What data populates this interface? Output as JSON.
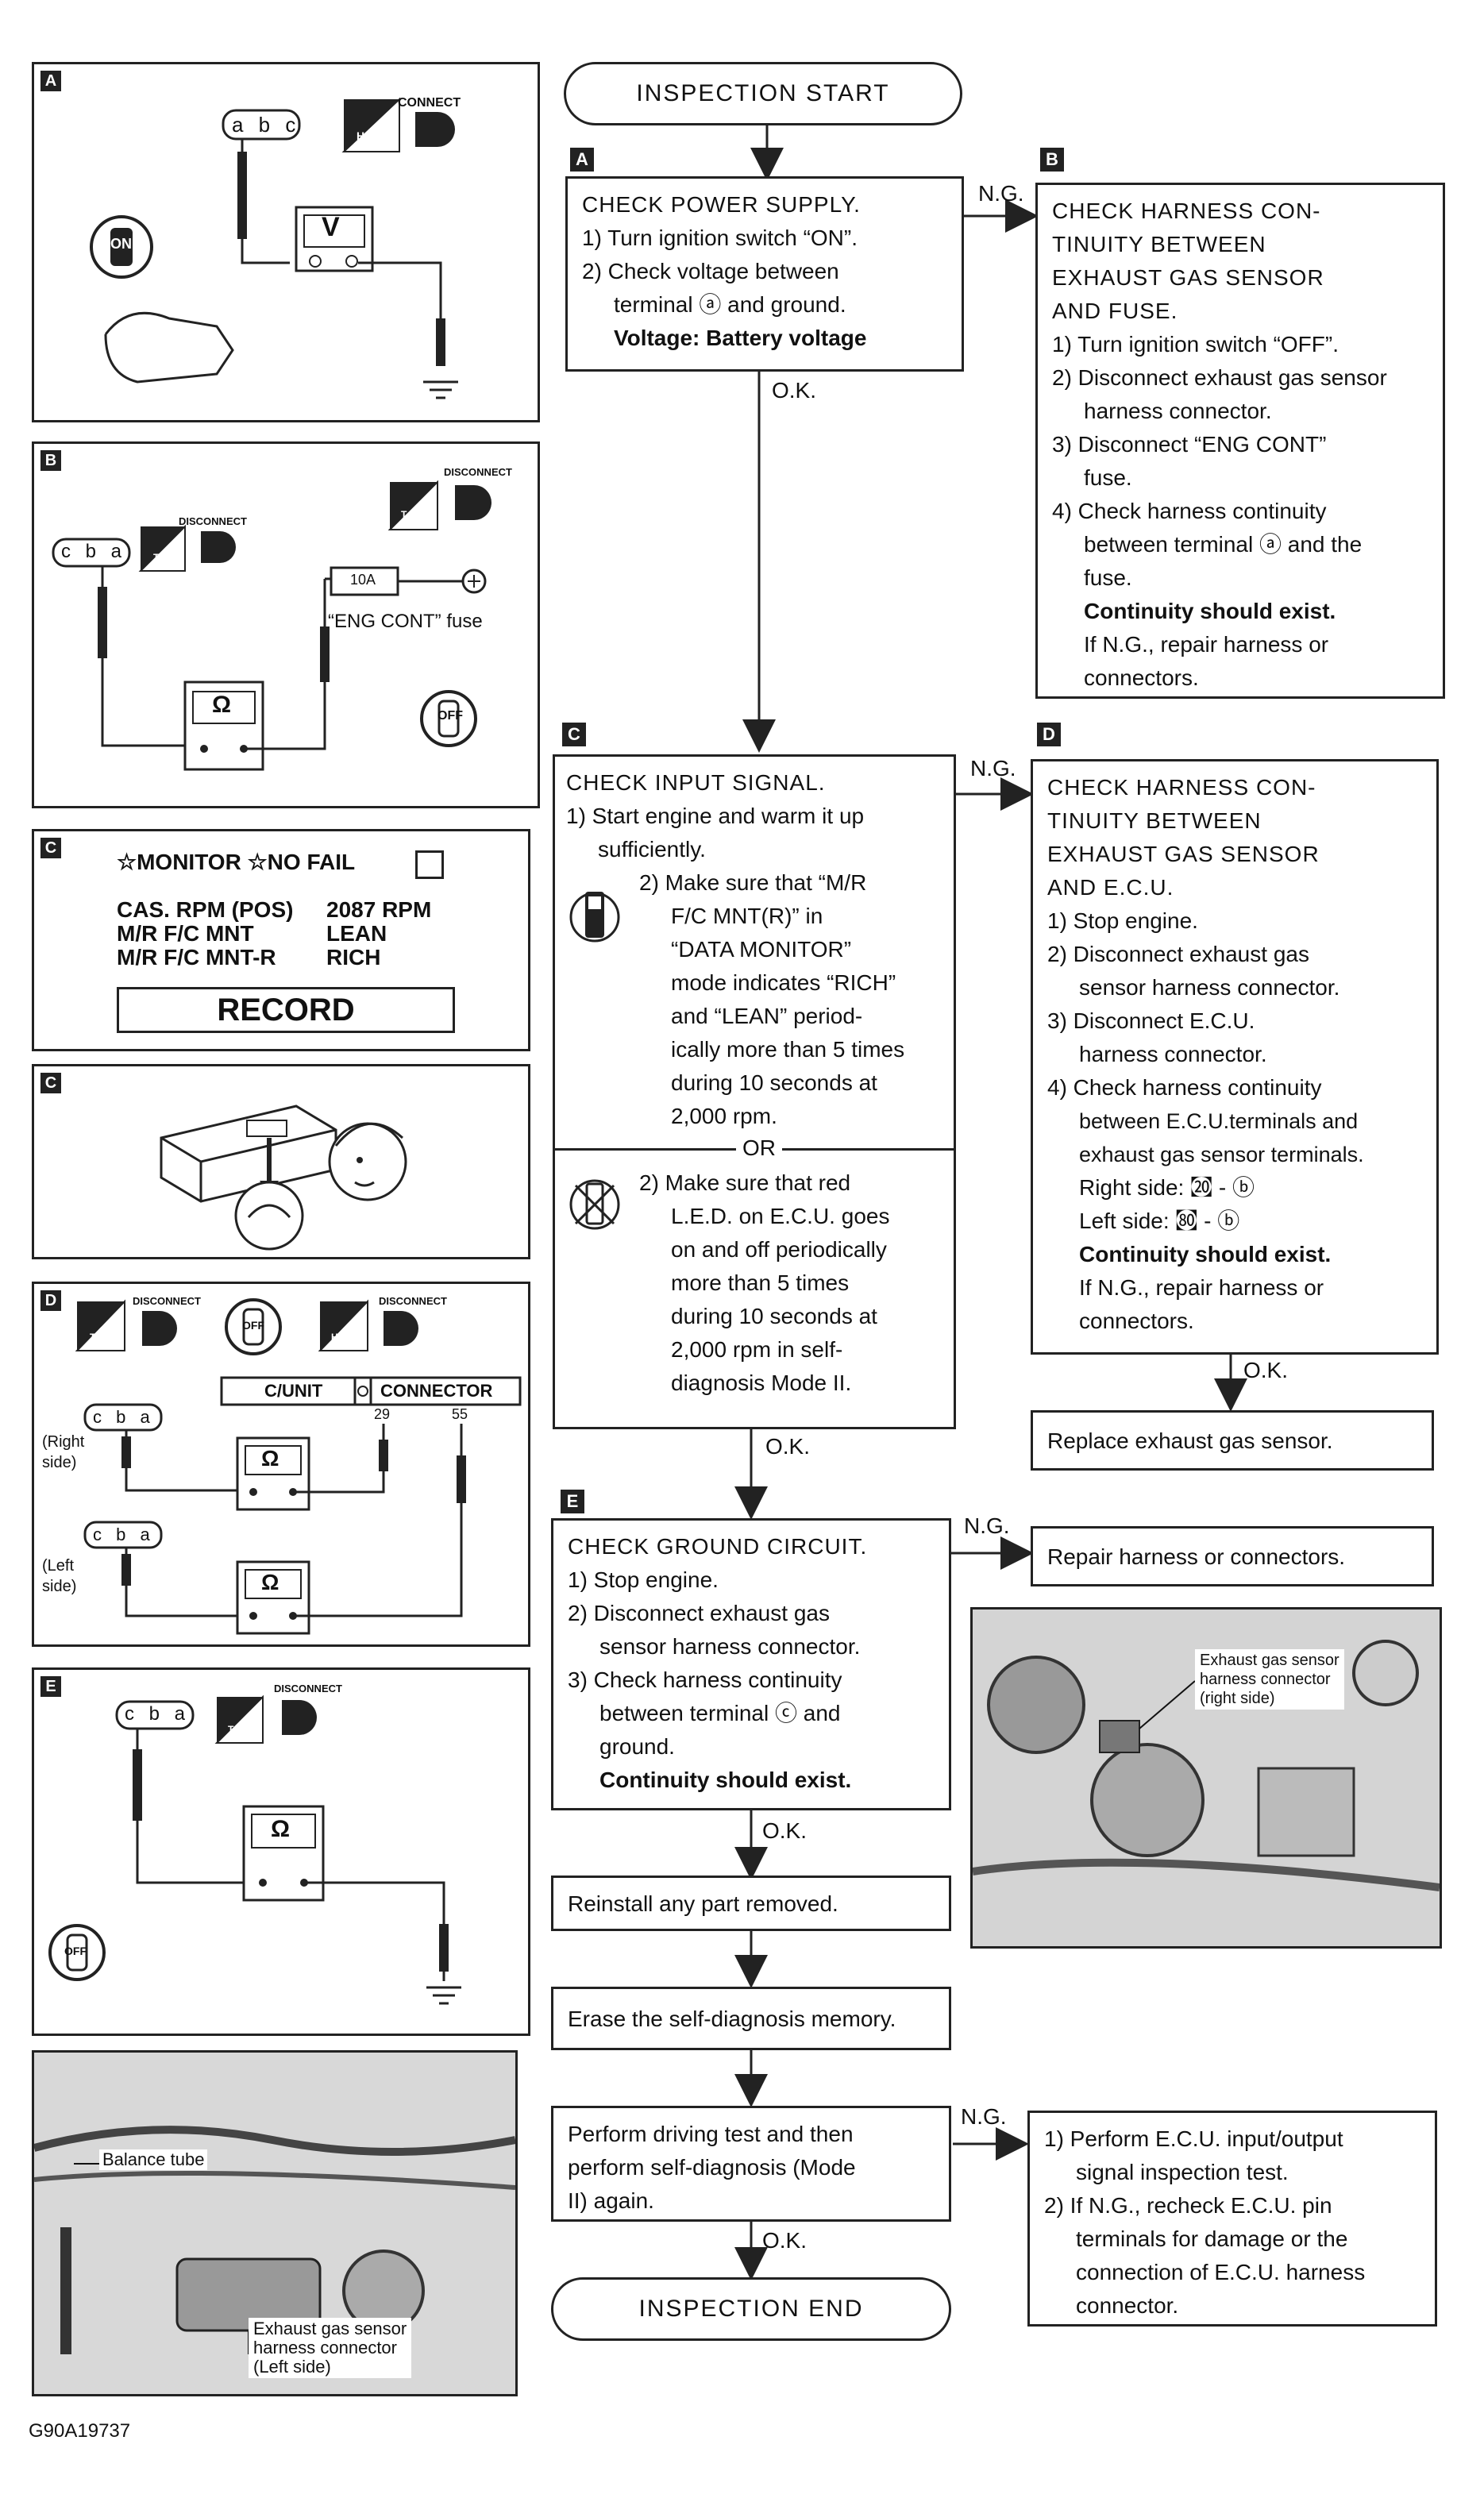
{
  "flow": {
    "start": "INSPECTION START",
    "end": "INSPECTION END",
    "ok": "O.K.",
    "ng": "N.G.",
    "or": "OR",
    "step_a": {
      "tag": "A",
      "title": "CHECK POWER SUPPLY.",
      "items": [
        "1) Turn ignition switch “ON”.",
        "2) Check voltage between",
        "terminal ⓐ and ground."
      ],
      "spec": "Voltage:  Battery voltage"
    },
    "step_b": {
      "tag": "B",
      "title_lines": [
        "CHECK HARNESS CON-",
        "TINUITY BETWEEN",
        "EXHAUST GAS SENSOR",
        "AND FUSE."
      ],
      "items": [
        "1) Turn ignition switch “OFF”.",
        "2) Disconnect exhaust gas sensor",
        "harness connector.",
        "3) Disconnect “ENG CONT”",
        "fuse.",
        "4) Check harness continuity",
        "between terminal ⓐ and the",
        "fuse."
      ],
      "spec": "Continuity should exist.",
      "note_lines": [
        "If N.G., repair harness or",
        "connectors."
      ]
    },
    "step_c": {
      "tag": "C",
      "title": "CHECK INPUT SIGNAL.",
      "items": [
        "1) Start engine and warm it up",
        "sufficiently."
      ],
      "consult_lines": [
        "2) Make sure that “M/R",
        "F/C MNT(R)” in",
        "“DATA MONITOR”",
        "mode indicates “RICH”",
        "and “LEAN” period-",
        "ically more than 5 times",
        "during 10 seconds at",
        "2,000 rpm."
      ],
      "led_lines": [
        "2) Make sure that red",
        "L.E.D. on E.C.U. goes",
        "on and off periodically",
        "more than 5 times",
        "during 10 seconds at",
        "2,000 rpm in self-",
        "diagnosis Mode II."
      ]
    },
    "step_d": {
      "tag": "D",
      "title_lines": [
        "CHECK HARNESS CON-",
        "TINUITY BETWEEN",
        "EXHAUST GAS SENSOR",
        "AND E.C.U."
      ],
      "items": [
        "1) Stop engine.",
        "2) Disconnect exhaust gas",
        "sensor harness connector.",
        "3) Disconnect E.C.U.",
        "harness connector.",
        "4) Check harness continuity",
        "between E.C.U.terminals and",
        "exhaust gas sensor terminals.",
        "Right side:  ㉉ - ⓑ",
        "Left side:     ㉏ - ⓑ"
      ],
      "spec": "Continuity should exist.",
      "note_lines": [
        "If N.G., repair harness or",
        "connectors."
      ]
    },
    "replace": "Replace exhaust gas sensor.",
    "step_e": {
      "tag": "E",
      "title": "CHECK GROUND CIRCUIT.",
      "items": [
        "1) Stop engine.",
        "2) Disconnect exhaust gas",
        "sensor harness connector.",
        "3) Check harness continuity",
        "between terminal ⓒ and",
        "ground."
      ],
      "spec": "Continuity should exist."
    },
    "repair": "Repair harness or connectors.",
    "reinstall": "Reinstall any part removed.",
    "erase": "Erase the self-diagnosis memory.",
    "drive_lines": [
      "Perform driving test and then",
      "perform self-diagnosis (Mode",
      "II) again."
    ],
    "final_lines": [
      "1) Perform E.C.U. input/output",
      "signal inspection test.",
      "2) If N.G., recheck E.C.U. pin",
      "terminals for damage or the",
      "connection of E.C.U. harness",
      "connector."
    ]
  },
  "panels": {
    "a": {
      "tag": "A",
      "connect": "CONNECT",
      "hs": "H.S.",
      "meter": "V",
      "terminals": "a b c",
      "switch": "ON"
    },
    "b": {
      "tag": "B",
      "disconnect": "DISCONNECT",
      "ts": "T.S.",
      "fuse": "10A",
      "fuse_label": "“ENG CONT” fuse",
      "meter": "Ω",
      "terminals": "c b a",
      "switch": "OFF"
    },
    "c1": {
      "tag": "C",
      "header": "☆MONITOR ☆NO FAIL",
      "rows": [
        [
          "CAS. RPM (POS)",
          "2087 RPM"
        ],
        [
          "M/R F/C MNT",
          "LEAN"
        ],
        [
          "M/R F/C MNT-R",
          "RICH"
        ]
      ],
      "record": "RECORD"
    },
    "c2": {
      "tag": "C"
    },
    "d": {
      "tag": "D",
      "disconnect1": "DISCONNECT",
      "disconnect2": "DISCONNECT",
      "ts": "T.S.",
      "hs": "H.S.",
      "switch": "OFF",
      "cunit": "C/UNIT",
      "connector": "CONNECTOR",
      "pin29": "29",
      "pin55": "55",
      "right": [
        "(Right",
        "side)"
      ],
      "left": [
        "(Left",
        "side)"
      ],
      "meter": "Ω",
      "terminals": "c b a"
    },
    "e": {
      "tag": "E",
      "disconnect": "DISCONNECT",
      "ts": "T.S.",
      "meter": "Ω",
      "terminals": "c b a",
      "switch": "OFF"
    },
    "photo_left": {
      "balance": "Balance tube",
      "sensor_lines": [
        "Exhaust gas sensor",
        "harness connector",
        "(Left side)"
      ]
    },
    "photo_right": {
      "sensor_lines": [
        "Exhaust gas sensor",
        "harness connector",
        "(right side)"
      ]
    }
  },
  "footer": "G90A19737"
}
